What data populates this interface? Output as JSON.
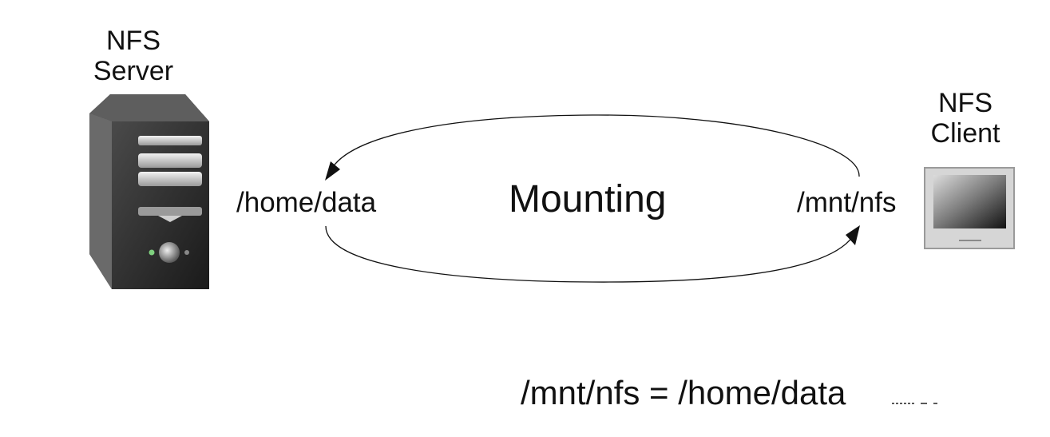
{
  "server": {
    "label_line1": "NFS",
    "label_line2": "Server",
    "path": "/home/data",
    "icon": "server-tower-icon"
  },
  "client": {
    "label_line1": "NFS",
    "label_line2": "Client",
    "path": "/mnt/nfs",
    "icon": "monitor-icon"
  },
  "action_label": "Mounting",
  "equation": "/mnt/nfs = /home/data"
}
